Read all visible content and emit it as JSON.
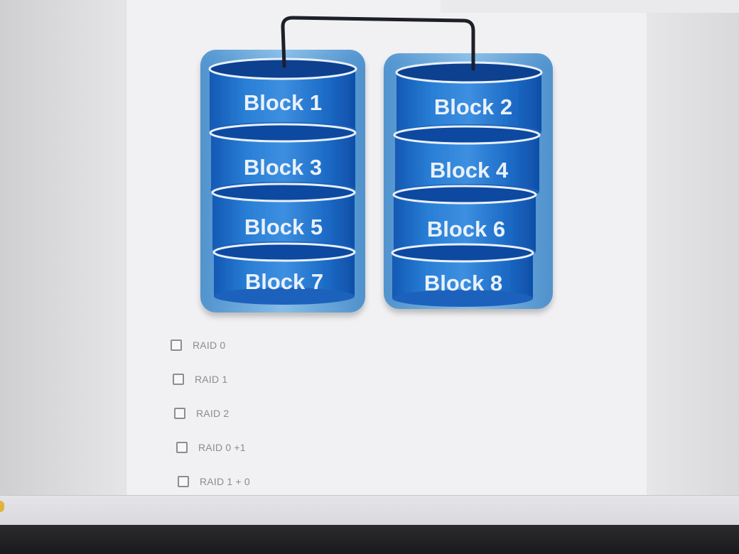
{
  "diagram": {
    "connector": true,
    "disks": [
      {
        "blocks": [
          "Block 1",
          "Block 3",
          "Block 5",
          "Block 7"
        ]
      },
      {
        "blocks": [
          "Block 2",
          "Block 4",
          "Block 6",
          "Block 8"
        ]
      }
    ]
  },
  "question": {
    "options": [
      {
        "label": "RAID 0",
        "checked": false
      },
      {
        "label": "RAID 1",
        "checked": false
      },
      {
        "label": "RAID 2",
        "checked": false
      },
      {
        "label": "RAID 0 +1",
        "checked": false
      },
      {
        "label": "RAID 1 + 0",
        "checked": false
      }
    ]
  },
  "colors": {
    "disk_outer": "#5aa0d8",
    "disk_body": "#1f6fc4",
    "disk_top": "#0e3f8f",
    "label_text": "#e9f1fb",
    "connector": "#1d1f2a",
    "option_text": "#8b8b90"
  }
}
